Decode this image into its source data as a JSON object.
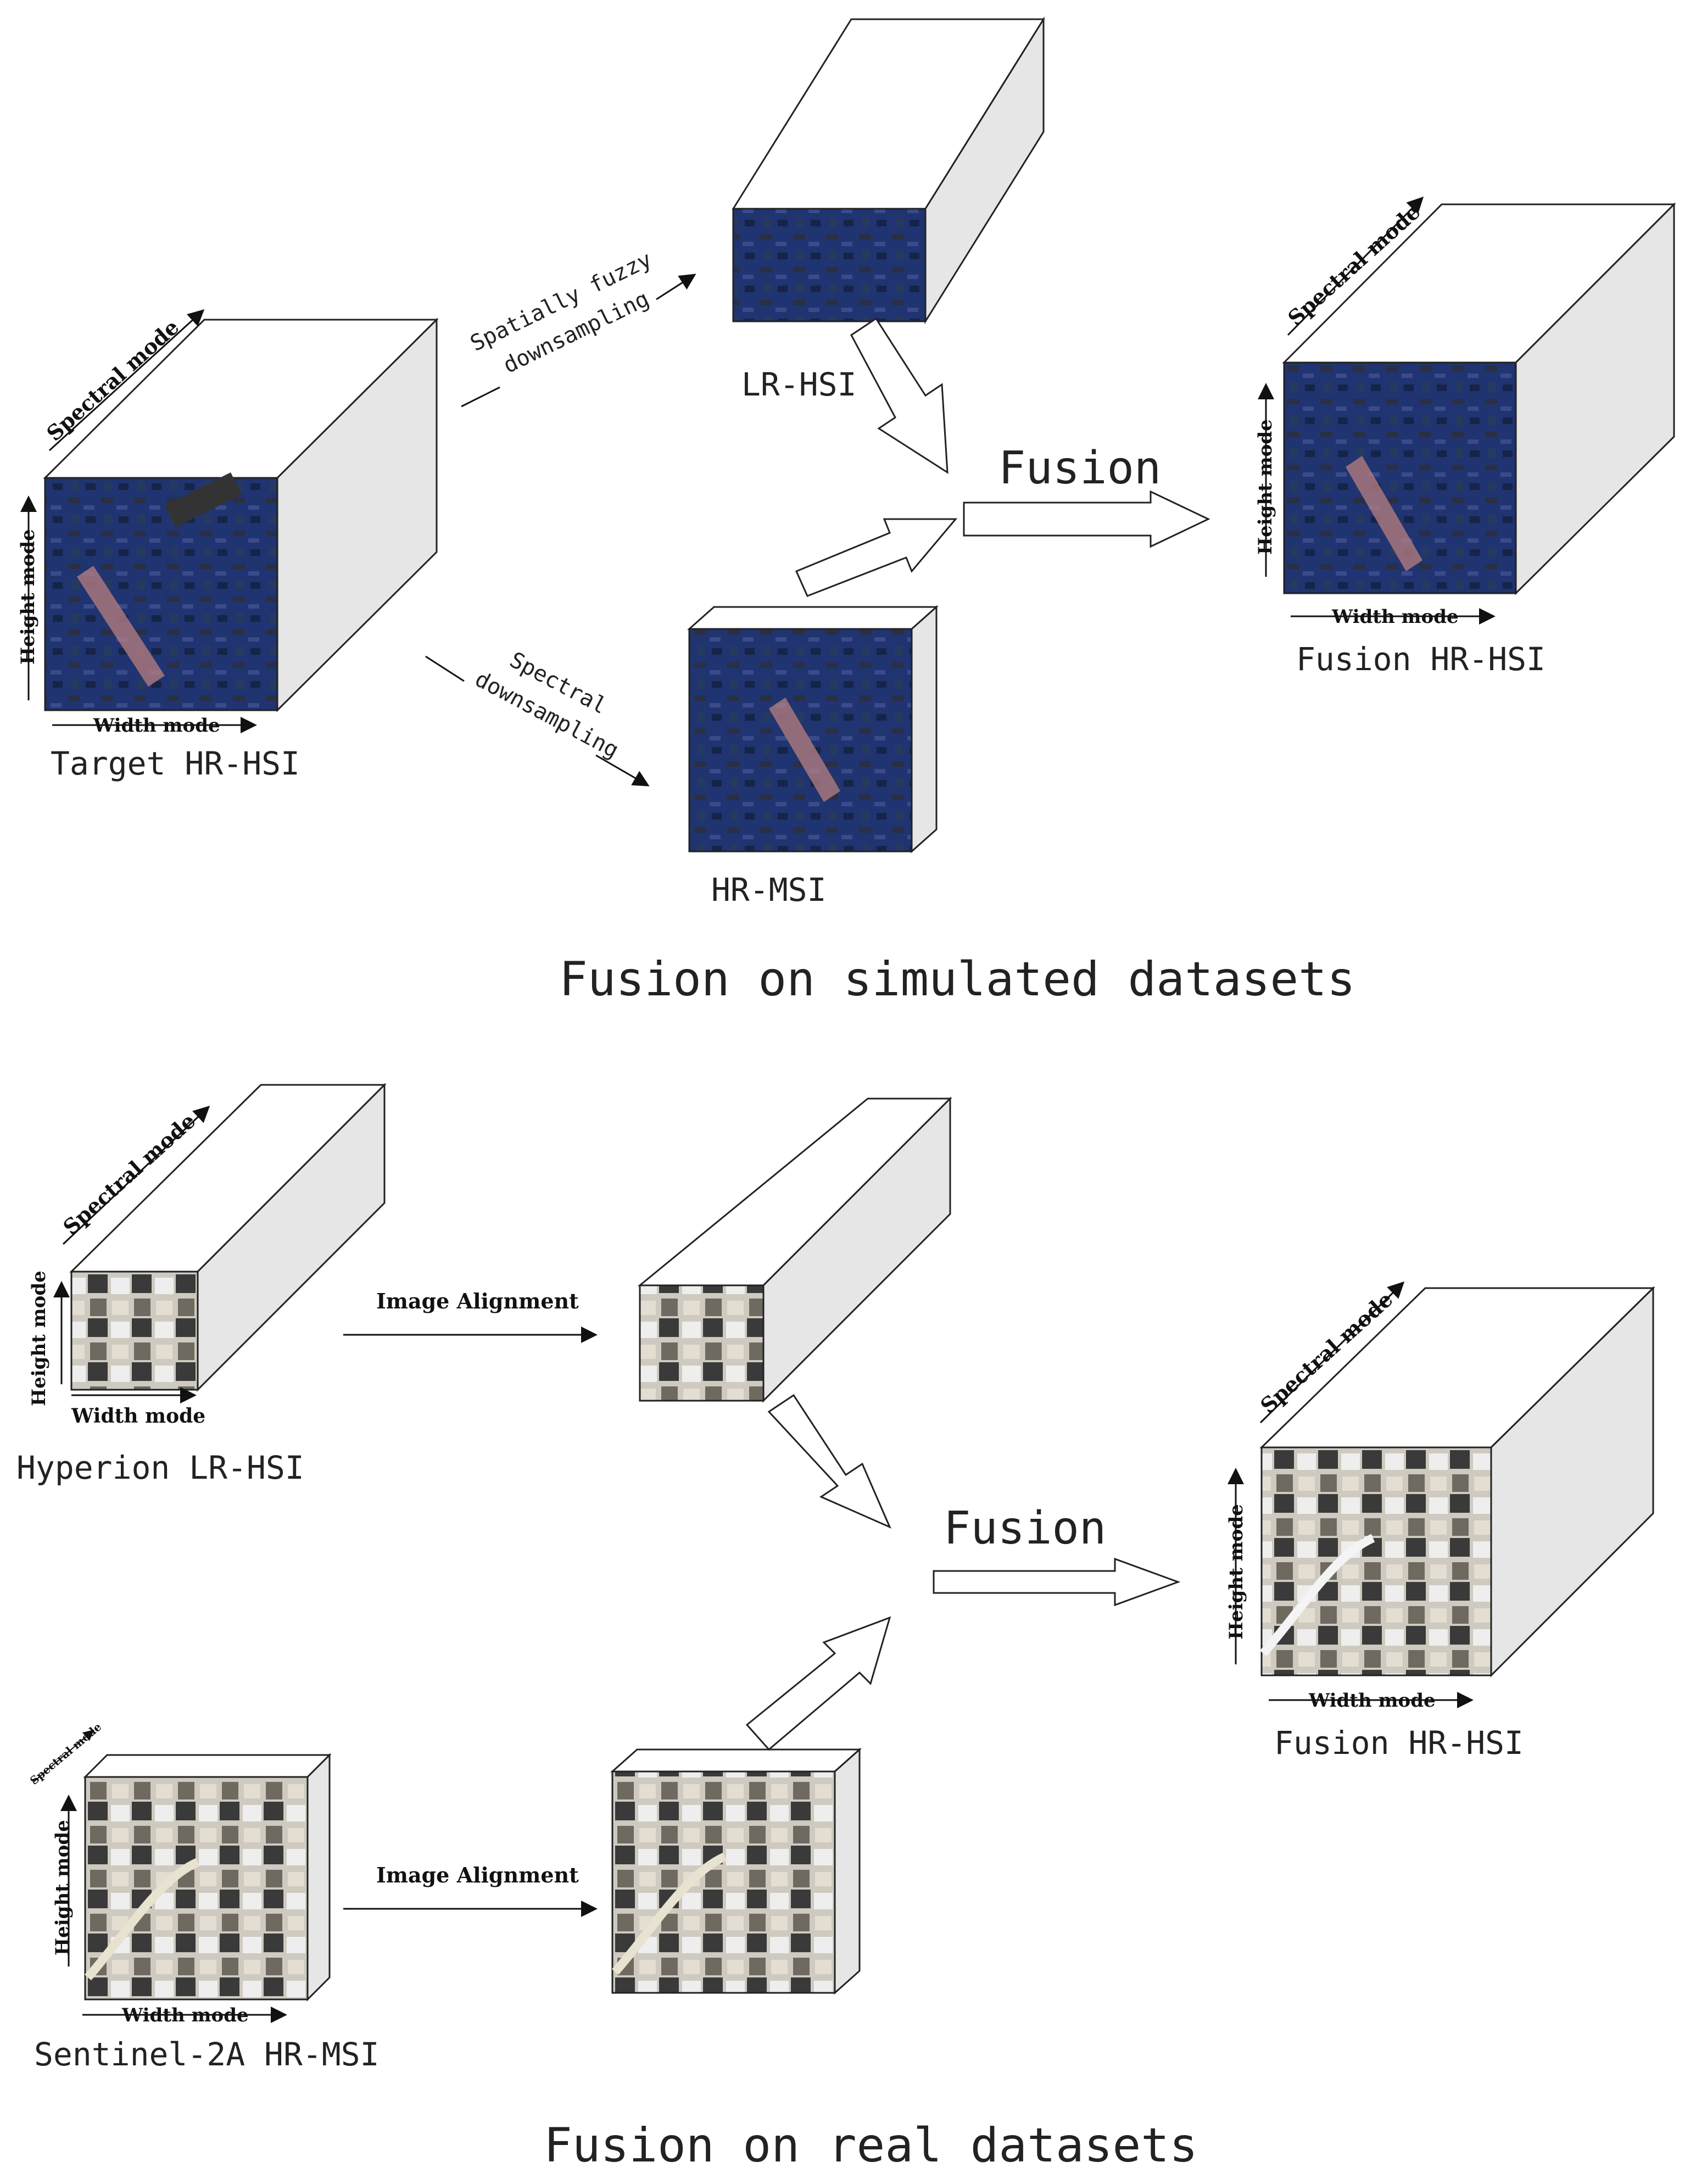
{
  "sections": {
    "simulated": {
      "caption": "Fusion on simulated datasets",
      "cube_target": {
        "label": "Target HR-HSI",
        "axis_spectral": "Spectral mode",
        "axis_height": "Height mode",
        "axis_width": "Width mode"
      },
      "cube_lr": {
        "label": "LR-HSI"
      },
      "cube_hrmsi": {
        "label": "HR-MSI"
      },
      "cube_fusion": {
        "label": "Fusion HR-HSI",
        "axis_spectral": "Spectral mode",
        "axis_height": "Height mode",
        "axis_width": "Width mode"
      },
      "arrow_spatial": {
        "line1": "Spatially fuzzy",
        "line2": "downsampling"
      },
      "arrow_spectral": {
        "line1": "Spectral",
        "line2": "downsampling"
      },
      "fusion_label": "Fusion"
    },
    "real": {
      "caption": "Fusion on real datasets",
      "cube_hyperion": {
        "label": "Hyperion LR-HSI",
        "axis_spectral": "Spectral mode",
        "axis_height": "Height mode",
        "axis_width": "Width mode"
      },
      "cube_sentinel": {
        "label": "Sentinel-2A HR-MSI",
        "axis_spectral": "Spectral mode",
        "axis_height": "Height mode",
        "axis_width": "Width mode"
      },
      "cube_fusion": {
        "label": "Fusion HR-HSI",
        "axis_spectral": "Spectral mode",
        "axis_height": "Height mode",
        "axis_width": "Width mode"
      },
      "align_top": "Image Alignment",
      "align_bottom": "Image Alignment",
      "fusion_label": "Fusion"
    }
  },
  "colors": {
    "cube_side": "#e6e6e6",
    "cube_top": "#ffffff",
    "line": "#222222",
    "sim_bg": "#1c2f66",
    "real_bg": "#b9b4aa"
  }
}
